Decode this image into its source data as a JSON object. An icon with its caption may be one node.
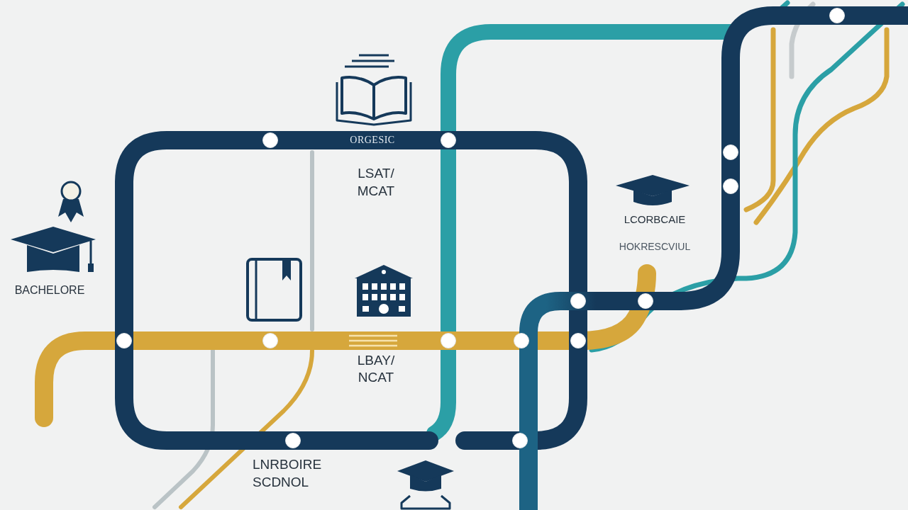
{
  "diagram": {
    "labels": [
      "ORGESIC",
      "LSAT/ MCAT",
      "LCORBCAIE",
      "HOKRESCVIUL",
      "BACHELORE",
      "LBAY/ NCAT",
      "LNRBOIRE SCDNOL"
    ]
  }
}
